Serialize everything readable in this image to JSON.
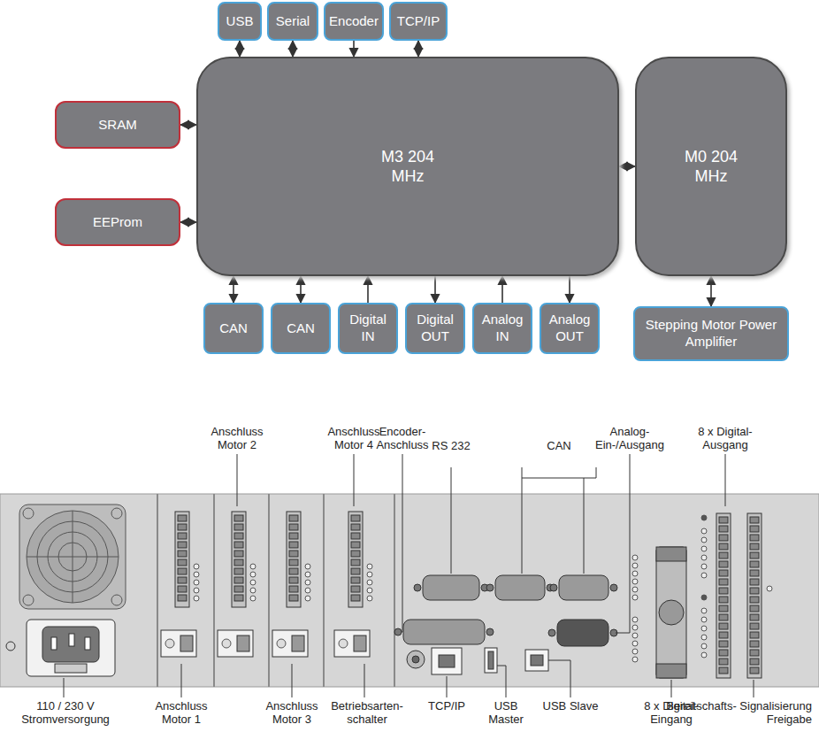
{
  "diagram": {
    "nodes": [
      {
        "text": [
          "M3 204 MHz"
        ]
      },
      {
        "text": [
          "M0 204 MHz"
        ]
      },
      {
        "text": [
          "USB"
        ]
      },
      {
        "text": [
          "Serial"
        ]
      },
      {
        "text": [
          "Encoder"
        ]
      },
      {
        "text": [
          "TCP/IP"
        ]
      },
      {
        "text": [
          "SRAM"
        ]
      },
      {
        "text": [
          "EEProm"
        ]
      },
      {
        "text": [
          "CAN"
        ]
      },
      {
        "text": [
          "CAN"
        ]
      },
      {
        "text": [
          "Digital IN"
        ]
      },
      {
        "text": [
          "Digital OUT"
        ]
      },
      {
        "text": [
          "Analog IN"
        ]
      },
      {
        "text": [
          "Analog OUT"
        ]
      },
      {
        "text": [
          "Stepping Motor Power Amplifier"
        ]
      }
    ],
    "edges": [
      {
        "from": 2,
        "to": 0,
        "arrow": "both"
      },
      {
        "from": 3,
        "to": 0,
        "arrow": "both"
      },
      {
        "from": 4,
        "to": 0,
        "arrow": "to"
      },
      {
        "from": 5,
        "to": 0,
        "arrow": "both"
      },
      {
        "from": 6,
        "to": 0,
        "arrow": "both"
      },
      {
        "from": 7,
        "to": 0,
        "arrow": "both"
      },
      {
        "from": 8,
        "to": 0,
        "arrow": "both"
      },
      {
        "from": 9,
        "to": 0,
        "arrow": "both"
      },
      {
        "from": 10,
        "to": 0,
        "arrow": "to"
      },
      {
        "from": 0,
        "to": 11,
        "arrow": "to"
      },
      {
        "from": 12,
        "to": 0,
        "arrow": "to"
      },
      {
        "from": 0,
        "to": 13,
        "arrow": "to"
      },
      {
        "from": 0,
        "to": 1,
        "arrow": "both"
      },
      {
        "from": 1,
        "to": 14,
        "arrow": "both"
      }
    ],
    "labels": [
      "Anschluss Motor 2",
      "Anschluss Motor 4",
      "Encoder- Anschluss",
      "RS 232",
      "CAN",
      "Analog- Ein-/Ausgang",
      "8 x Digital- Ausgang",
      "110 / 230 V Stromversorgung",
      "Anschluss Motor 1",
      "Anschluss Motor 3",
      "Betriebsarten- schalter",
      "TCP/IP",
      "USB Master",
      "USB Slave",
      "8 x Digital- Eingang",
      "Bereitschafts- Signalisierung Freigabe"
    ]
  }
}
